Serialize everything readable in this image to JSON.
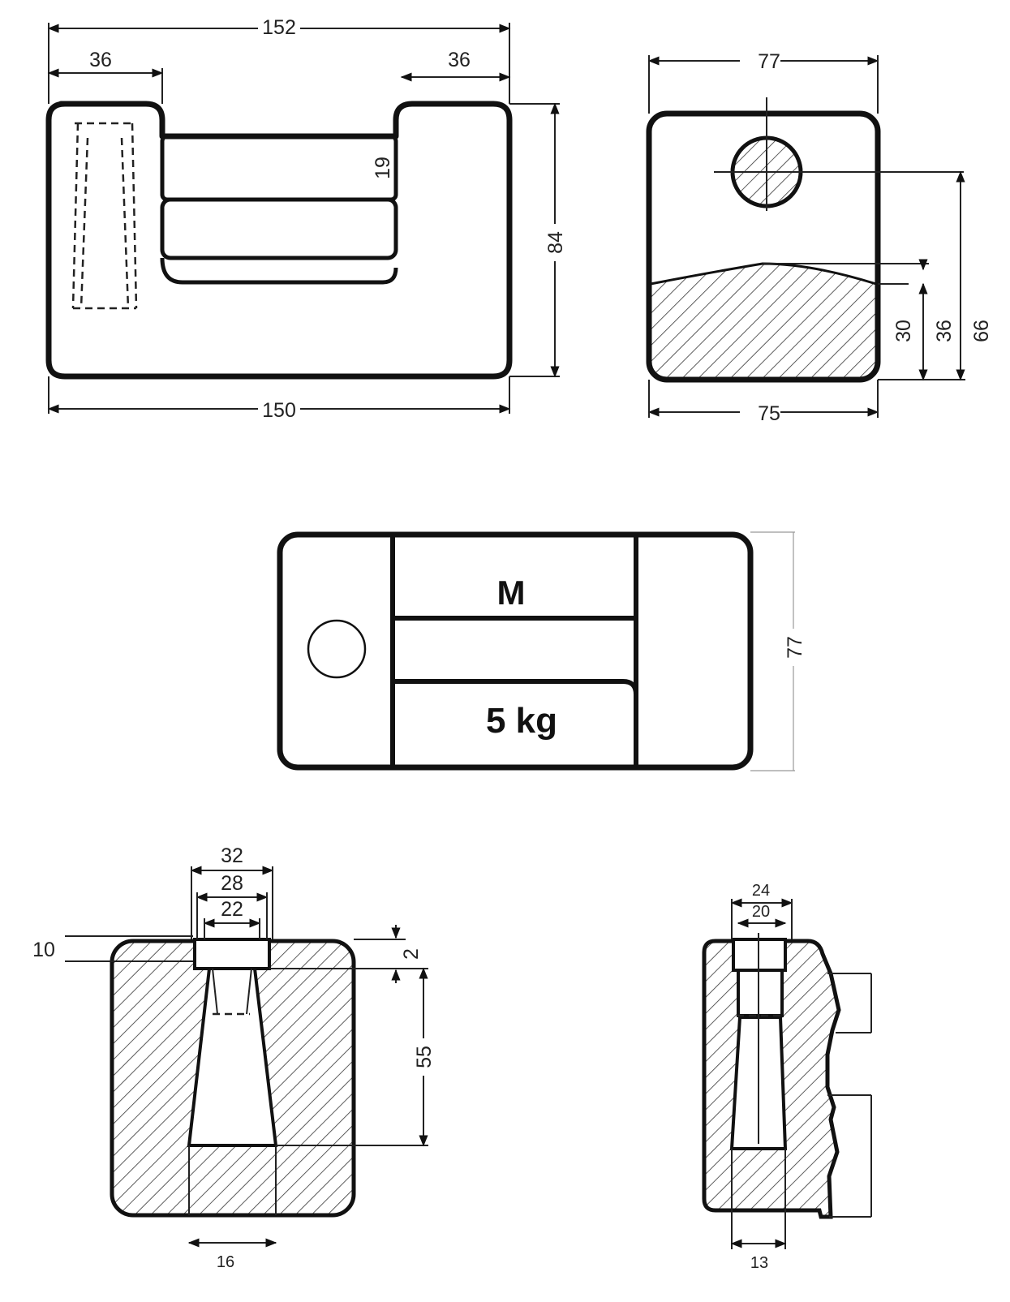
{
  "front_view": {
    "overall_top": "152",
    "left_pillar": "36",
    "right_pillar": "36",
    "handle_thickness": "19",
    "height": "84",
    "overall_bottom": "150"
  },
  "side_view": {
    "top_width": "77",
    "bottom_width": "75",
    "fill_height": "30",
    "cavity_height": "36",
    "hole_height": "66"
  },
  "top_view": {
    "marking_top": "M",
    "marking_bottom": "5 kg",
    "depth": "77"
  },
  "section_a": {
    "d1": "32",
    "d2": "28",
    "d3": "22",
    "step": "10",
    "gap": "2",
    "cone_depth": "55",
    "bottom_width": "16"
  },
  "section_b": {
    "d1": "24",
    "d2": "20",
    "bottom_width": "13"
  }
}
